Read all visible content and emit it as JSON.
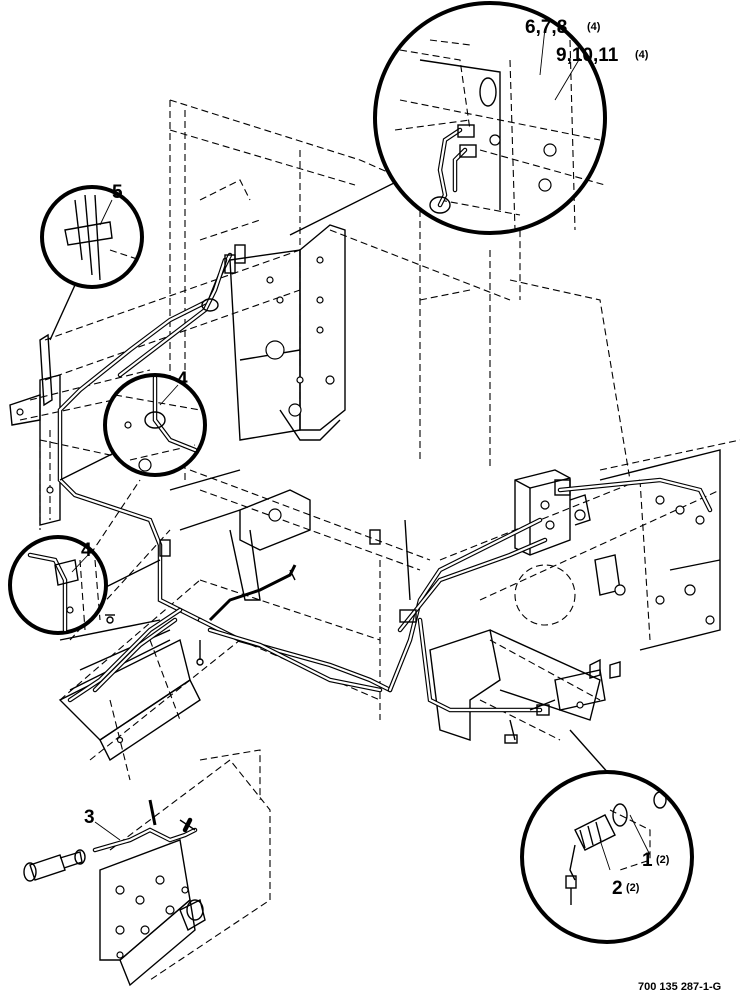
{
  "callouts": {
    "c678": "6,7,8",
    "c678_qty": "(4)",
    "c91011": "9,10,11",
    "c91011_qty": "(4)",
    "c5": "5",
    "c4a": "4",
    "c4b": "4",
    "c3": "3",
    "c1": "1",
    "c1_qty": "(2)",
    "c2": "2",
    "c2_qty": "(2)"
  },
  "part_number": "700 135 287-1-G"
}
